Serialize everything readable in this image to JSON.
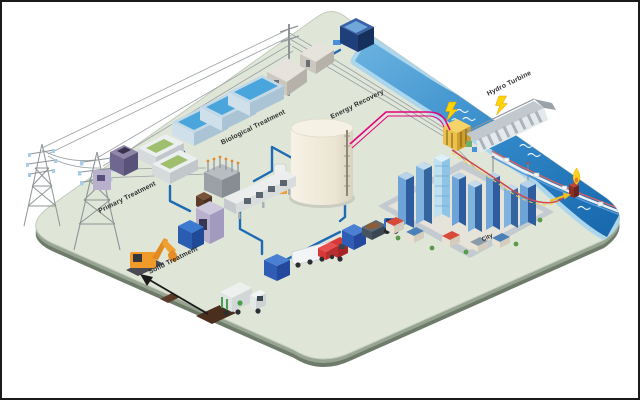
{
  "diagram": {
    "labels": {
      "primary_treatment": "Primary Treatment",
      "biological_treatment": "Biological Treatment",
      "energy_recovery": "Energy Recovery",
      "solid_treatment": "Solid Treatment",
      "hydro_turbine": "Hydro Turbine",
      "city": "City"
    },
    "objects": [
      "transmission towers with power lines",
      "primary treatment screen machines",
      "biological treatment aeration tanks",
      "process buildings",
      "river intake pump station",
      "river",
      "hydroelectric dam with lightning bolt",
      "anaerobic digester tank",
      "biogas cylinder",
      "electrical transformer",
      "sludge pump house",
      "conveyor building",
      "excavator",
      "solid treatment arrow",
      "garbage truck",
      "tanker truck",
      "blue storage cubes",
      "tractor with trailer",
      "red truck",
      "city buildings block",
      "yellow electrical substation with lightning bolt",
      "shore pipelines with supports",
      "gas flare with flame",
      "dirt patches"
    ]
  },
  "colors": {
    "ground": "#dfe6d8",
    "ground-edge": "#97a492",
    "ground-side": "#6e7b6a",
    "river-deep": "#1f6fb2",
    "river-light": "#58a8d8",
    "river-bank": "#abd6ec",
    "pipe-blue": "#1e6ab3",
    "energy-pink": "#e5007d",
    "energy-red": "#d04848",
    "power-gray": "#9aa0a4",
    "bolt-yellow": "#ffd400",
    "substation-yellow": "#eec24a",
    "tank-cream": "#f2ecdd",
    "water-tank-blue": "#49a5dc",
    "machine-purple": "#8f86a8",
    "excavator-orange": "#f09a2a",
    "truck-green": "#4aa04a",
    "truck-red": "#d83838",
    "cube-blue": "#2f5cb4",
    "arrow-black": "#1a1a1a",
    "label-color": "#2b2b2b"
  }
}
